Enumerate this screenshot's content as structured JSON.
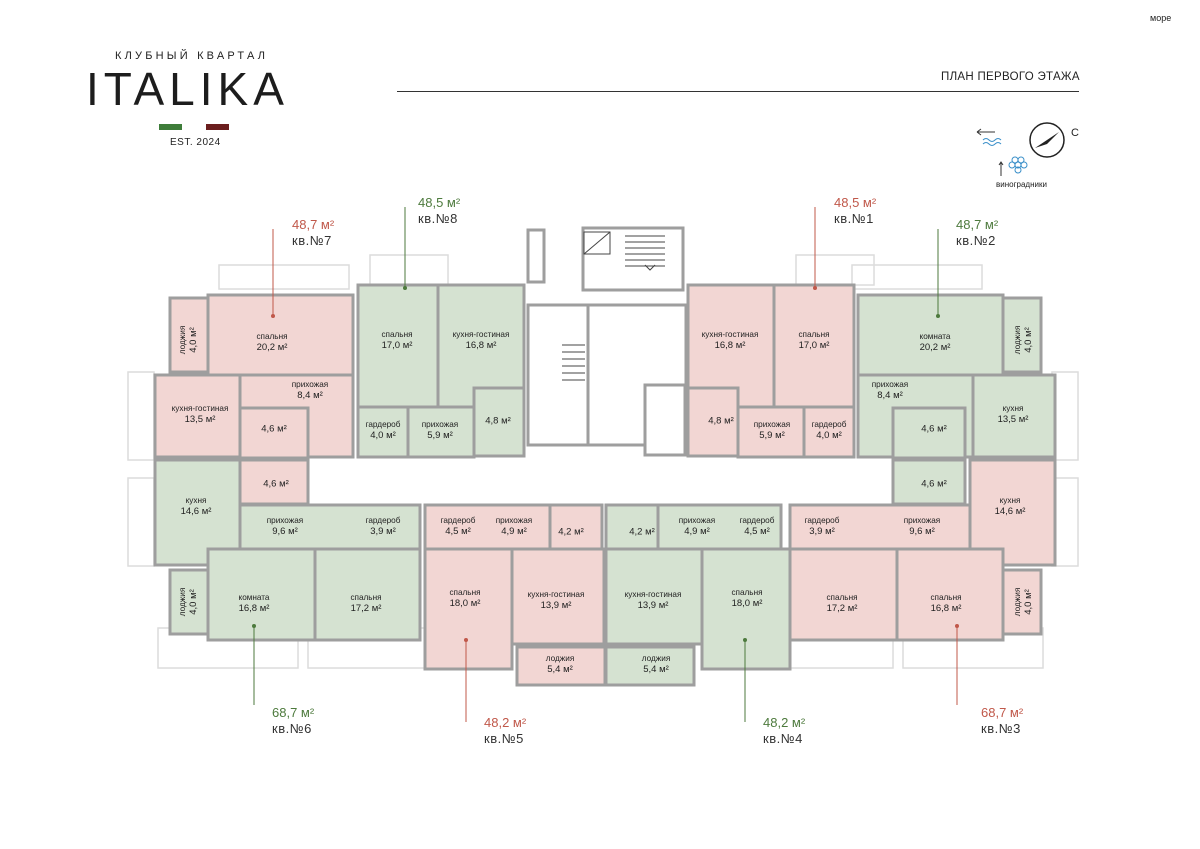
{
  "brand": {
    "subtitle": "КЛУБНЫЙ КВАРТАЛ",
    "name": "ITALIKA",
    "established": "EST. 2024",
    "flag_colors": [
      "#3e7d3a",
      "#ffffff",
      "#6b1e1e"
    ]
  },
  "corner_label": "море",
  "plan_title": "ПЛАН ПЕРВОГО ЭТАЖА",
  "compass": {
    "north_label": "С",
    "vineyard_label": "виноградники"
  },
  "colors": {
    "green_unit": "#d5e2d1",
    "red_unit": "#f2d6d3",
    "walls": "#9e9e9e",
    "red_text": "#c0584a",
    "green_text": "#4d7a3d"
  },
  "apartments": [
    {
      "id": "apt-7",
      "area": "48,7 м²",
      "number": "кв.№7",
      "tone": "red"
    },
    {
      "id": "apt-8",
      "area": "48,5 м²",
      "number": "кв.№8",
      "tone": "green"
    },
    {
      "id": "apt-1",
      "area": "48,5 м²",
      "number": "кв.№1",
      "tone": "red"
    },
    {
      "id": "apt-2",
      "area": "48,7 м²",
      "number": "кв.№2",
      "tone": "green"
    },
    {
      "id": "apt-6",
      "area": "68,7 м²",
      "number": "кв.№6",
      "tone": "green"
    },
    {
      "id": "apt-5",
      "area": "48,2 м²",
      "number": "кв.№5",
      "tone": "red"
    },
    {
      "id": "apt-4",
      "area": "48,2 м²",
      "number": "кв.№4",
      "tone": "green"
    },
    {
      "id": "apt-3",
      "area": "68,7 м²",
      "number": "кв.№3",
      "tone": "red"
    }
  ],
  "rooms": [
    {
      "name": "лоджия",
      "area": "4,0 м²",
      "vertical": true
    },
    {
      "name": "спальня",
      "area": "20,2 м²"
    },
    {
      "name": "прихожая",
      "area": "8,4 м²"
    },
    {
      "name": "кухня-гостиная",
      "area": "13,5 м²"
    },
    {
      "name": "",
      "area": "4,6 м²"
    },
    {
      "name": "",
      "area": "4,6 м²"
    },
    {
      "name": "спальня",
      "area": "17,0 м²"
    },
    {
      "name": "кухня-гостиная",
      "area": "16,8 м²"
    },
    {
      "name": "гардероб",
      "area": "4,0 м²"
    },
    {
      "name": "прихожая",
      "area": "5,9 м²"
    },
    {
      "name": "",
      "area": "4,8 м²"
    },
    {
      "name": "кухня-гостиная",
      "area": "16,8 м²"
    },
    {
      "name": "спальня",
      "area": "17,0 м²"
    },
    {
      "name": "",
      "area": "4,8 м²"
    },
    {
      "name": "прихожая",
      "area": "5,9 м²"
    },
    {
      "name": "гардероб",
      "area": "4,0 м²"
    },
    {
      "name": "комната",
      "area": "20,2 м²"
    },
    {
      "name": "лоджия",
      "area": "4,0 м²",
      "vertical": true
    },
    {
      "name": "прихожая",
      "area": "8,4 м²"
    },
    {
      "name": "кухня",
      "area": "13,5 м²"
    },
    {
      "name": "",
      "area": "4,6 м²"
    },
    {
      "name": "",
      "area": "4,6 м²"
    },
    {
      "name": "кухня",
      "area": "14,6 м²"
    },
    {
      "name": "прихожая",
      "area": "9,6 м²"
    },
    {
      "name": "гардероб",
      "area": "3,9 м²"
    },
    {
      "name": "лоджия",
      "area": "4,0 м²",
      "vertical": true
    },
    {
      "name": "комната",
      "area": "16,8 м²"
    },
    {
      "name": "спальня",
      "area": "17,2 м²"
    },
    {
      "name": "гардероб",
      "area": "4,5 м²"
    },
    {
      "name": "прихожая",
      "area": "4,9 м²"
    },
    {
      "name": "",
      "area": "4,2 м²"
    },
    {
      "name": "спальня",
      "area": "18,0 м²"
    },
    {
      "name": "кухня-гостиная",
      "area": "13,9 м²"
    },
    {
      "name": "лоджия",
      "area": "5,4 м²"
    },
    {
      "name": "",
      "area": "4,2 м²"
    },
    {
      "name": "прихожая",
      "area": "4,9 м²"
    },
    {
      "name": "гардероб",
      "area": "4,5 м²"
    },
    {
      "name": "кухня-гостиная",
      "area": "13,9 м²"
    },
    {
      "name": "спальня",
      "area": "18,0 м²"
    },
    {
      "name": "лоджия",
      "area": "5,4 м²"
    },
    {
      "name": "кухня",
      "area": "14,6 м²"
    },
    {
      "name": "гардероб",
      "area": "3,9 м²"
    },
    {
      "name": "прихожая",
      "area": "9,6 м²"
    },
    {
      "name": "спальня",
      "area": "17,2 м²"
    },
    {
      "name": "спальня",
      "area": "16,8 м²"
    },
    {
      "name": "лоджия",
      "area": "4,0 м²",
      "vertical": true
    }
  ]
}
